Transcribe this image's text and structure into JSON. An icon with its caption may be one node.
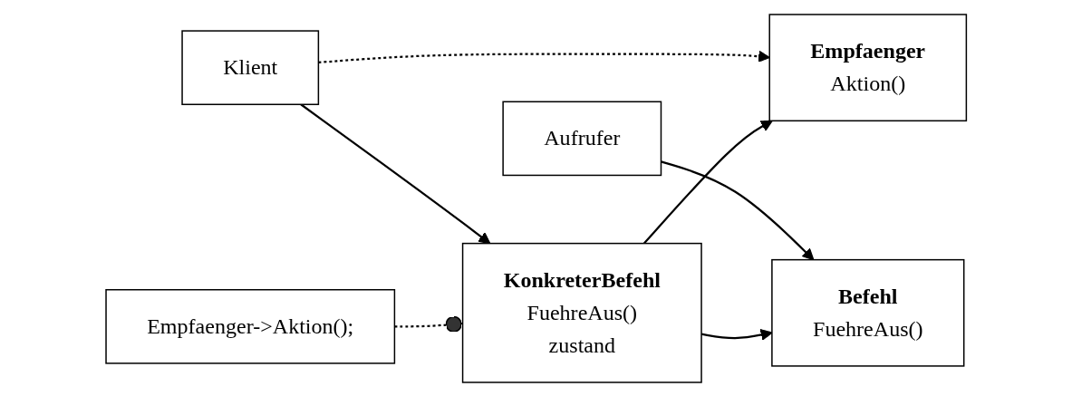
{
  "diagram": {
    "nodes": [
      {
        "text": [
          "Klient"
        ]
      },
      {
        "text": [
          "Aufrufer"
        ]
      },
      {
        "text": [
          "Befehl",
          "FuehreAus()"
        ]
      },
      {
        "text": [
          "Empfaenger",
          "Aktion()"
        ]
      },
      {
        "text": [
          "KonkreterBefehl",
          "FuehreAus()",
          "zustand"
        ]
      },
      {
        "text": [
          "Empfaenger->Aktion();"
        ]
      }
    ],
    "edges": [
      {
        "from": 1,
        "to": 2,
        "arrow": "to"
      },
      {
        "from": 0,
        "to": 3,
        "arrow": "to",
        "style": "dashed"
      },
      {
        "from": 4,
        "to": 2,
        "arrow": "to"
      },
      {
        "from": 4,
        "to": 3,
        "arrow": "to"
      },
      {
        "from": 0,
        "to": 4,
        "arrow": "to"
      },
      {
        "from": 5,
        "to": 4,
        "arrow": "other",
        "style": "dashed"
      }
    ]
  }
}
